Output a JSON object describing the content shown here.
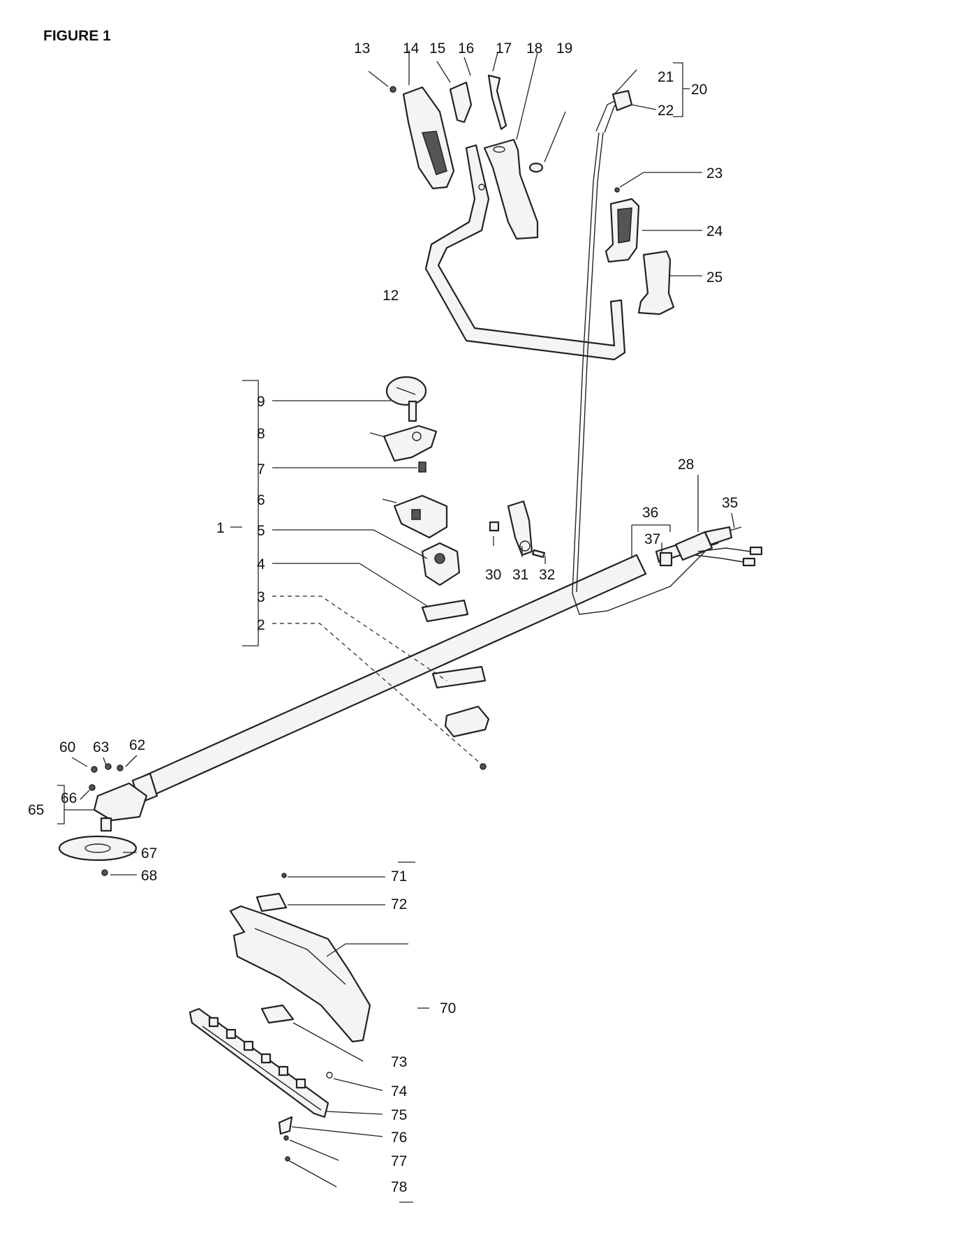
{
  "figure_title": "FIGURE 1",
  "labels": {
    "l1": "1",
    "l2": "2",
    "l3": "3",
    "l4": "4",
    "l5": "5",
    "l6": "6",
    "l7": "7",
    "l8": "8",
    "l9": "9",
    "l12": "12",
    "l13": "13",
    "l14": "14",
    "l15": "15",
    "l16": "16",
    "l17": "17",
    "l18": "18",
    "l19": "19",
    "l20": "20",
    "l21": "21",
    "l22": "22",
    "l23": "23",
    "l24": "24",
    "l25": "25",
    "l28": "28",
    "l30": "30",
    "l31": "31",
    "l32": "32",
    "l35": "35",
    "l36": "36",
    "l37": "37",
    "l60": "60",
    "l62": "62",
    "l63": "63",
    "l65": "65",
    "l66": "66",
    "l67": "67",
    "l68": "68",
    "l70": "70",
    "l71": "71",
    "l72": "72",
    "l73": "73",
    "l74": "74",
    "l75": "75",
    "l76": "76",
    "l77": "77",
    "l78": "78"
  }
}
